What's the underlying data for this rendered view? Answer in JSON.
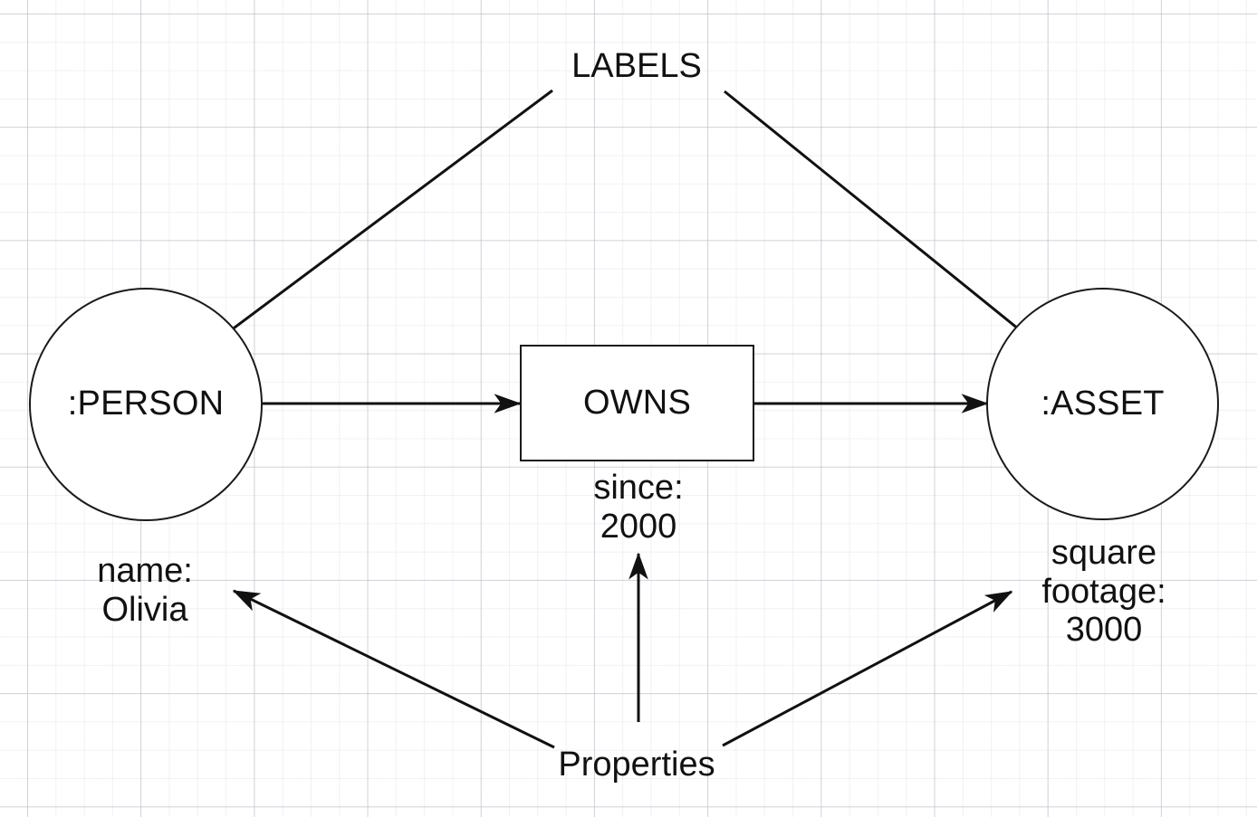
{
  "diagram": {
    "type": "property-graph-model",
    "nodes": [
      {
        "id": "person",
        "shape": "circle",
        "label": ":PERSON"
      },
      {
        "id": "asset",
        "shape": "circle",
        "label": ":ASSET"
      },
      {
        "id": "owns",
        "shape": "rectangle",
        "label": "OWNS"
      }
    ],
    "annotations": {
      "labels_callout": "LABELS",
      "properties_callout": "Properties"
    },
    "properties": {
      "person": "name:\nOlivia",
      "relationship": "since:\n2000",
      "asset": "square\nfootage:\n3000"
    },
    "edges": [
      {
        "from": "person",
        "to": "owns",
        "kind": "relationship-arrow"
      },
      {
        "from": "owns",
        "to": "asset",
        "kind": "relationship-arrow"
      },
      {
        "from": "LABELS",
        "to": "person",
        "kind": "callout-arrow"
      },
      {
        "from": "LABELS",
        "to": "asset",
        "kind": "callout-arrow"
      },
      {
        "from": "Properties",
        "to": "name: Olivia",
        "kind": "callout-arrow"
      },
      {
        "from": "Properties",
        "to": "since: 2000",
        "kind": "callout-arrow"
      },
      {
        "from": "Properties",
        "to": "square footage: 3000",
        "kind": "callout-arrow"
      }
    ],
    "colors": {
      "stroke": "#1a1a1a",
      "fill": "#ffffff",
      "text": "#111111",
      "grid_minor": "#cdd2da",
      "grid_major": "#b4bac4"
    }
  }
}
